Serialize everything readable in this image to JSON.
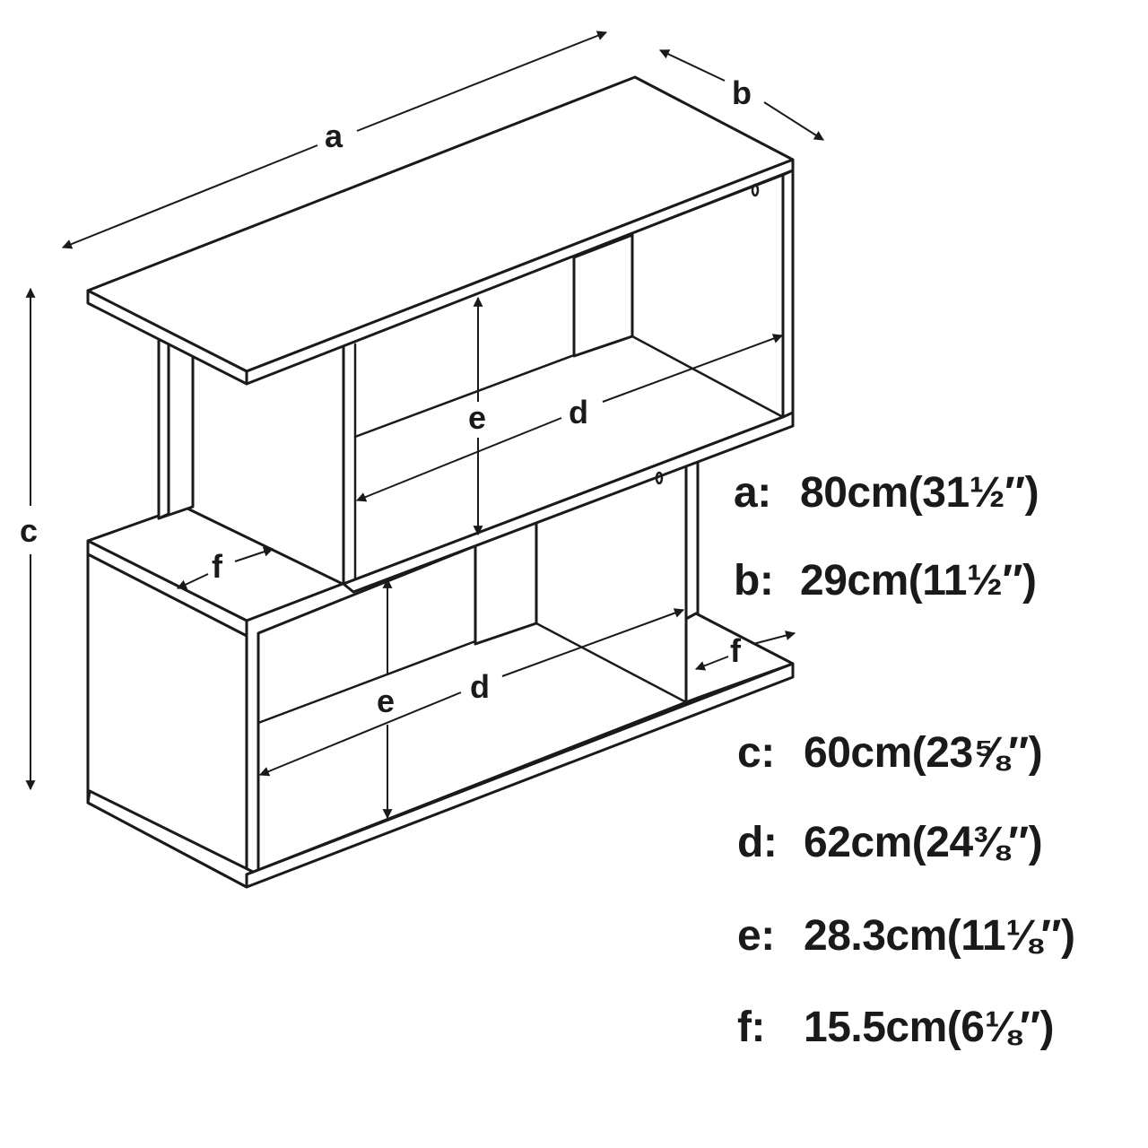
{
  "labels": {
    "a": "a",
    "b": "b",
    "c": "c",
    "d": "d",
    "e": "e",
    "f": "f"
  },
  "specs": [
    {
      "key": "a:",
      "value": "80cm(31½″)"
    },
    {
      "key": "b:",
      "value": "29cm(11½″)"
    },
    {
      "key": "c:",
      "value": "60cm(23⅝″)"
    },
    {
      "key": "d:",
      "value": "62cm(24⅜″)"
    },
    {
      "key": "e:",
      "value": "28.3cm(11⅛″)"
    },
    {
      "key": "f:",
      "value": "15.5cm(6⅛″)"
    }
  ],
  "colors": {
    "line": "#1a1a1a",
    "background": "#ffffff"
  }
}
